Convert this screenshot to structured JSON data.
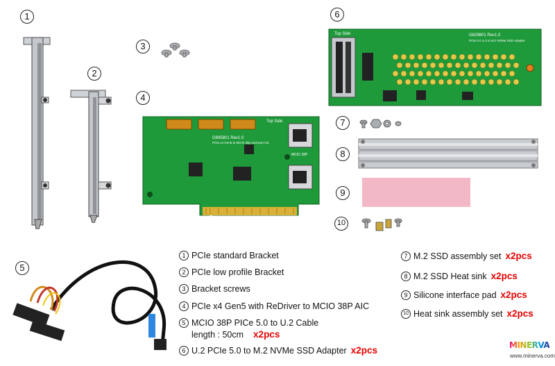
{
  "callouts": [
    "1",
    "2",
    "3",
    "4",
    "5",
    "6",
    "7",
    "8",
    "9",
    "10"
  ],
  "board4": {
    "silk_side": "Top Side",
    "silk_model": "G695801 Rev1.0",
    "silk_desc": "PCIe x4 Gen5 to MCIO 38p dual port AIC",
    "silk_port": "MCIO 38P"
  },
  "board6": {
    "silk_side": "Top Side",
    "silk_model": "G629801 Rev1.0",
    "silk_desc": "PCIe 5.0 U.2 to M.2 NVMe SSD Adapter"
  },
  "legend": [
    {
      "num": "1",
      "text": "PCIe standard Bracket",
      "qty": ""
    },
    {
      "num": "2",
      "text": "PCIe low profile Bracket",
      "qty": ""
    },
    {
      "num": "3",
      "text": "Bracket screws",
      "qty": ""
    },
    {
      "num": "4",
      "text": "PCIe x4 Gen5 with ReDriver to MCIO 38P AIC",
      "qty": ""
    },
    {
      "num": "5",
      "text": "MCIO 38P PICe 5.0 to U.2 Cable",
      "text2": "length : 50cm",
      "qty": "x2pcs"
    },
    {
      "num": "6",
      "text": "U.2 PCIe 5.0 to M.2 NVMe SSD Adapter",
      "qty": "x2pcs"
    },
    {
      "num": "7",
      "text": "M.2 SSD assembly set",
      "qty": "x2pcs"
    },
    {
      "num": "8",
      "text": "M.2 SSD Heat sink",
      "qty": "x2pcs"
    },
    {
      "num": "9",
      "text": "Silicone interface pad",
      "qty": "x2pcs"
    },
    {
      "num": "10",
      "text": "Heat sink assembly set",
      "qty": "x2pcs"
    }
  ],
  "brand": {
    "logo_text": "MINERVA",
    "url": "www.minerva.com.tw"
  },
  "colors": {
    "pcb": "#1e9a3a",
    "pcb_dark": "#147a2a",
    "gold": "#d9b13a",
    "metal": "#b9bcc0",
    "pad": "#f2b8c6",
    "accent_red": "#e60000"
  }
}
